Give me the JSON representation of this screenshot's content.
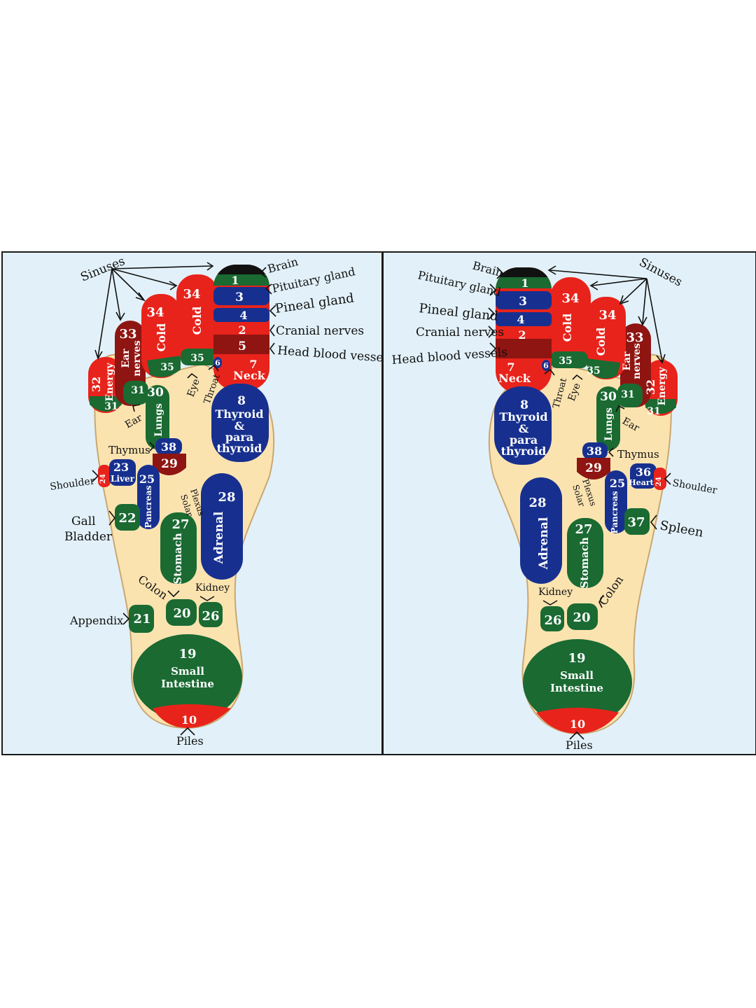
{
  "colors": {
    "red": "#e8231b",
    "dark_red": "#8e1512",
    "green": "#1a6a32",
    "blue": "#17308f",
    "skin": "#fbe3b0",
    "background": "#e2f1f9",
    "black": "#111111"
  },
  "labels": {
    "sinuses": "Sinuses",
    "brain": "Brain",
    "pituitary_gland": "Pituitary gland",
    "pineal_gland": "Pineal gland",
    "cranial_nerves": "Cranial nerves",
    "head_blood_vessels": "Head blood vessels",
    "ear": "Ear",
    "eye": "Eye",
    "throat": "Throat",
    "thymus": "Thymus",
    "shoulder": "Shoulder",
    "gall": "Gall",
    "bladder": "Bladder",
    "colon": "Colon",
    "kidney": "Kidney",
    "appendix": "Appendix",
    "piles": "Piles",
    "spleen": "Spleen",
    "solar": "Solar",
    "plexus": "Plexus"
  },
  "zones": {
    "z1": "1",
    "z2": "2",
    "z3": "3",
    "z4": "4",
    "z5": "5",
    "z6": "6",
    "z7": "7",
    "neck": "Neck",
    "z8": "8",
    "thyroid": "Thyroid",
    "amp": "&",
    "para": "para",
    "thyroid2": "thyroid",
    "z10": "10",
    "z19": "19",
    "small": "Small",
    "intestine": "Intestine",
    "z20": "20",
    "z21": "21",
    "z22": "22",
    "z23": "23",
    "liver": "Liver",
    "z24": "24",
    "z25": "25",
    "pancreas": "Pancreas",
    "z26": "26",
    "z27": "27",
    "stomach": "Stomach",
    "z28": "28",
    "adrenal": "Adrenal",
    "z29": "29",
    "z30": "30",
    "lungs": "Lungs",
    "z31": "31",
    "z32": "32",
    "energy": "Energy",
    "z33": "33",
    "ear": "Ear",
    "nerves": "nerves",
    "z34": "34",
    "cold": "Cold",
    "z35": "35",
    "z36": "36",
    "heart": "Heart",
    "z37": "37",
    "z38": "38"
  }
}
